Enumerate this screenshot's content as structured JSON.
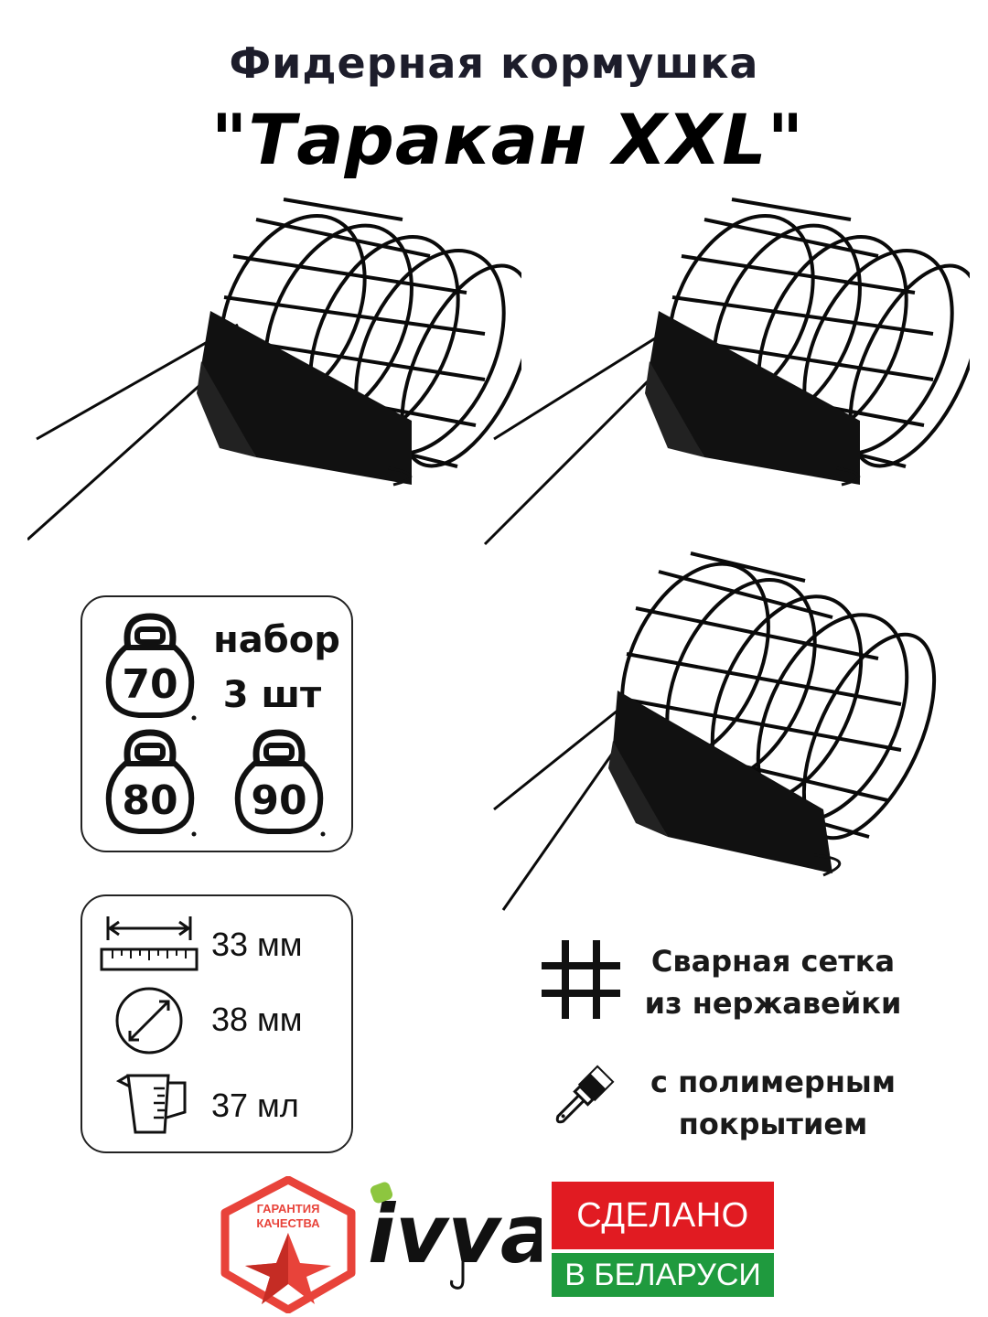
{
  "header": {
    "title_line1": "Фидерная кормушка",
    "title_line2": "\"Таракан XXL\""
  },
  "set_box": {
    "label_line1": "набор",
    "label_line2": "3 шт",
    "weights": [
      "70",
      "80",
      "90"
    ],
    "weight_icon": "kettlebell-icon"
  },
  "specs": [
    {
      "icon": "ruler-icon",
      "value": "33 мм"
    },
    {
      "icon": "diameter-icon",
      "value": "38 мм"
    },
    {
      "icon": "measuring-cup-icon",
      "value": "37 мл"
    }
  ],
  "features": [
    {
      "icon": "grid-hash-icon",
      "line1": "Сварная сетка",
      "line2": "из нержавейки"
    },
    {
      "icon": "paint-brush-icon",
      "line1": "с полимерным",
      "line2": "покрытием"
    }
  ],
  "footer": {
    "quality_badge_line1": "ГАРАНТИЯ",
    "quality_badge_line2": "КАЧЕСТВА",
    "brand": "ivva",
    "made_line1": "СДЕЛАНО",
    "made_line2": "В БЕЛАРУСИ"
  },
  "colors": {
    "made_red": "#e11b22",
    "made_green": "#1f9a3e",
    "brand_green": "#8dc63f",
    "badge_red": "#e8433a"
  }
}
